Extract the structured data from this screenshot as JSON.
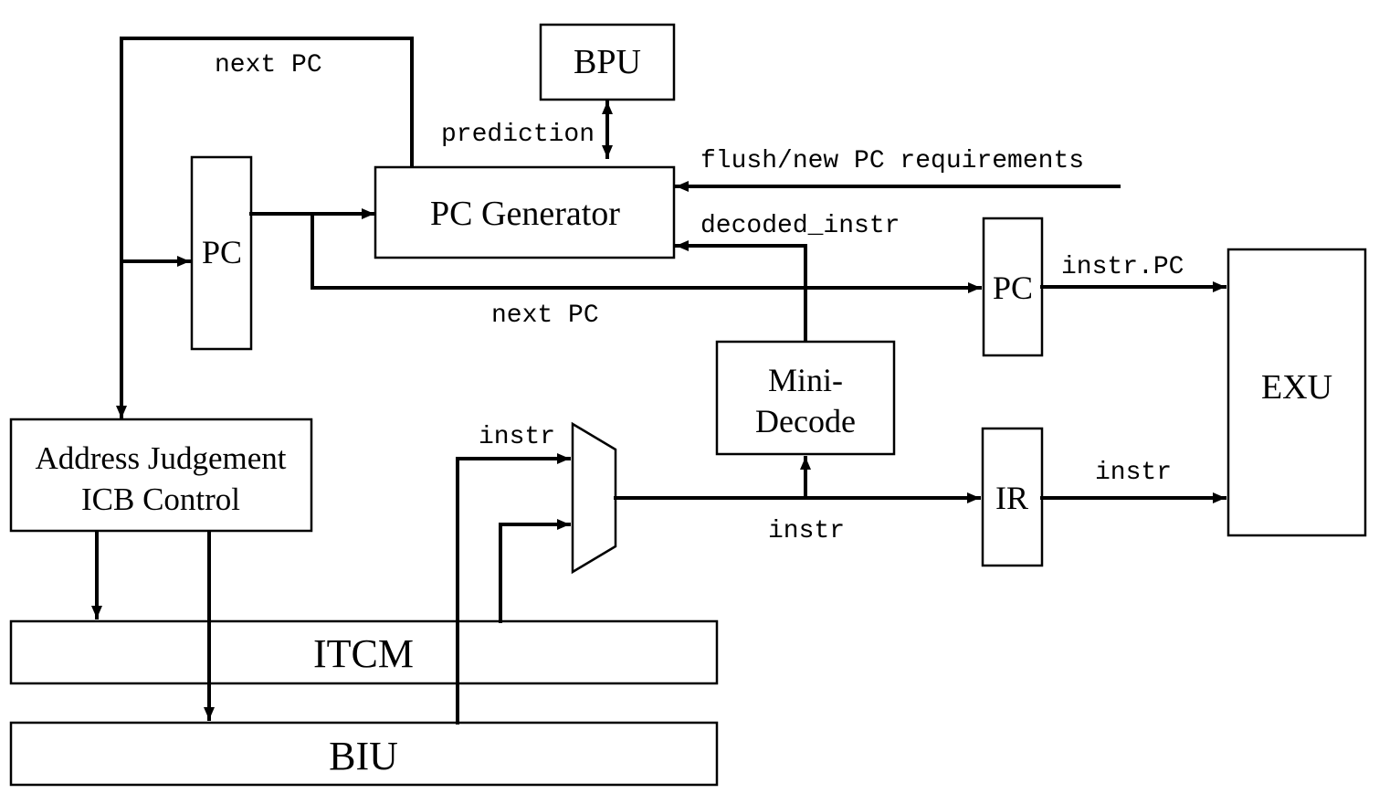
{
  "blocks": {
    "bpu": "BPU",
    "pc_generator": "PC Generator",
    "pc_left": "PC",
    "pc_right": "PC",
    "mini_decode_line1": "Mini-",
    "mini_decode_line2": "Decode",
    "ir": "IR",
    "exu": "EXU",
    "addr_judge_line1": "Address Judgement",
    "addr_judge_line2": "ICB Control",
    "itcm": "ITCM",
    "biu": "BIU"
  },
  "signals": {
    "next_pc_top": "next PC",
    "next_pc_mid": "next PC",
    "prediction": "prediction",
    "flush": "flush/new PC requirements",
    "decoded_instr": "decoded_instr",
    "instr_pc": "instr.PC",
    "instr_mux_in": "instr",
    "instr_mux_out": "instr",
    "instr_ir_out": "instr"
  }
}
